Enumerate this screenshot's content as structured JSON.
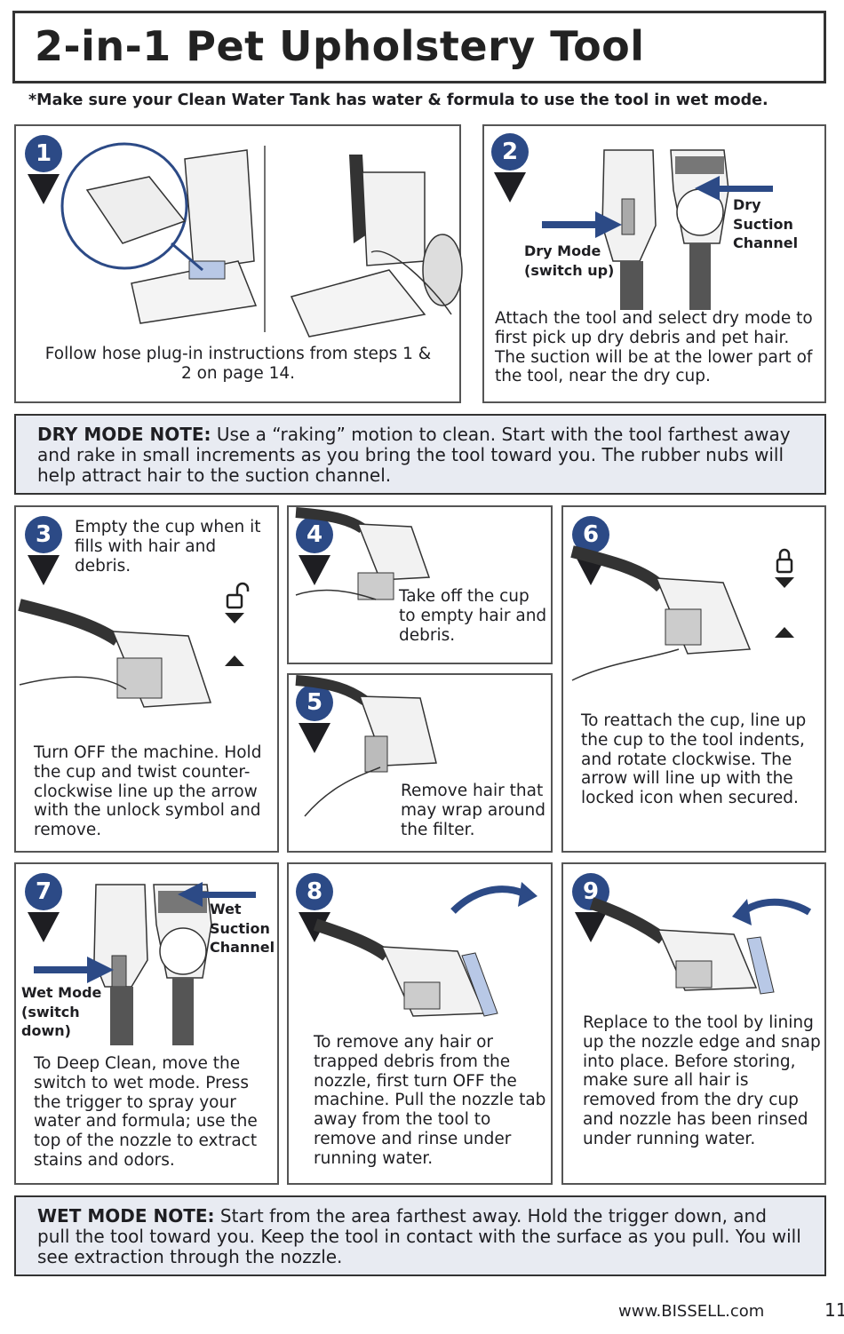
{
  "title": "2-in-1 Pet Upholstery Tool",
  "subnote": "*Make sure your Clean Water Tank has water & formula to use the tool in wet mode.",
  "steps": [
    {
      "num": "1",
      "text": "Follow hose plug-in instructions from steps 1 & 2 on page 14."
    },
    {
      "num": "2",
      "text": "Attach the tool and select dry mode to first pick up dry debris and pet hair. The suction will be at the lower part of the tool, near the dry cup.",
      "label_mode": "Dry Mode (switch up)",
      "label_channel": "Dry Suction Channel"
    },
    {
      "num": "3",
      "top_text": "Empty the cup when it fills with hair and debris.",
      "text": "Turn OFF the machine. Hold the cup and twist counter-clockwise line up the arrow with the unlock symbol and remove.",
      "icon": "unlock-icon"
    },
    {
      "num": "4",
      "text": "Take off the cup to empty hair and debris."
    },
    {
      "num": "5",
      "text": "Remove hair that may wrap around the filter."
    },
    {
      "num": "6",
      "text": "To reattach the cup, line up the cup to the tool indents, and rotate clockwise. The arrow will line up with the locked icon when secured.",
      "icon": "lock-icon"
    },
    {
      "num": "7",
      "text": "To Deep Clean, move the switch to wet mode. Press the trigger to spray your water and formula; use the top of the nozzle to extract stains and odors.",
      "label_mode": "Wet Mode (switch down)",
      "label_channel": "Wet Suction Channel"
    },
    {
      "num": "8",
      "text": "To remove any hair or trapped debris from the nozzle, first turn OFF the machine. Pull the nozzle tab away from the tool to remove and rinse under running water."
    },
    {
      "num": "9",
      "text": "Replace to the tool by lining up the nozzle edge and snap into place. Before storing, make sure all hair is removed from the dry cup and nozzle has been rinsed under running water."
    }
  ],
  "dry_note": {
    "label": "DRY MODE NOTE:",
    "text": " Use a “raking” motion to clean. Start with the tool farthest away and rake in small increments as you bring the tool toward you. The rubber nubs will help attract hair to the suction channel."
  },
  "wet_note": {
    "label": "WET MODE NOTE:",
    "text": " Start from the area farthest away. Hold the trigger down, and pull the tool toward you. Keep the tool in contact with the surface as you pull. You will see extraction through the nozzle."
  },
  "footer": {
    "url": "www.BISSELL.com",
    "page": "11"
  },
  "colors": {
    "accent": "#2c4a86",
    "note_bg": "#e8ebf2",
    "text": "#1e1e22"
  }
}
